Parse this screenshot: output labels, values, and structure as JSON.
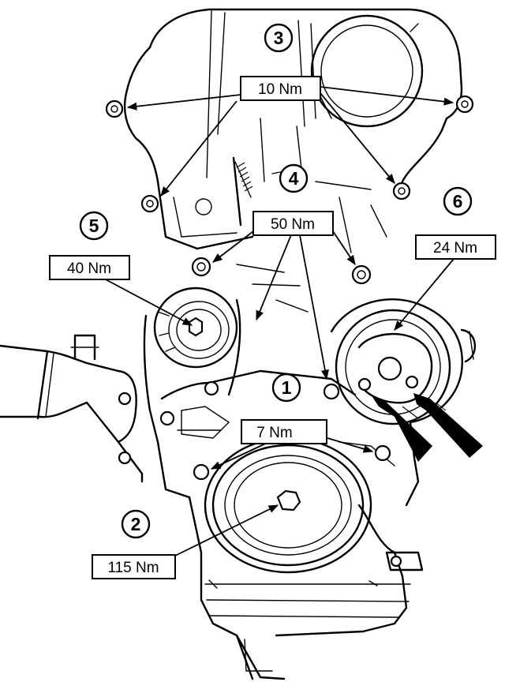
{
  "callouts": [
    "1",
    "2",
    "3",
    "4",
    "5",
    "6"
  ],
  "torque_labels": {
    "timing_cover_bolts": "10 Nm",
    "upper_bolts": "50 Nm",
    "tensioner_pulley": "40 Nm",
    "water_pump_pulley": "24 Nm",
    "lower_cover_bolts": "7 Nm",
    "crankshaft_pulley": "115 Nm"
  }
}
